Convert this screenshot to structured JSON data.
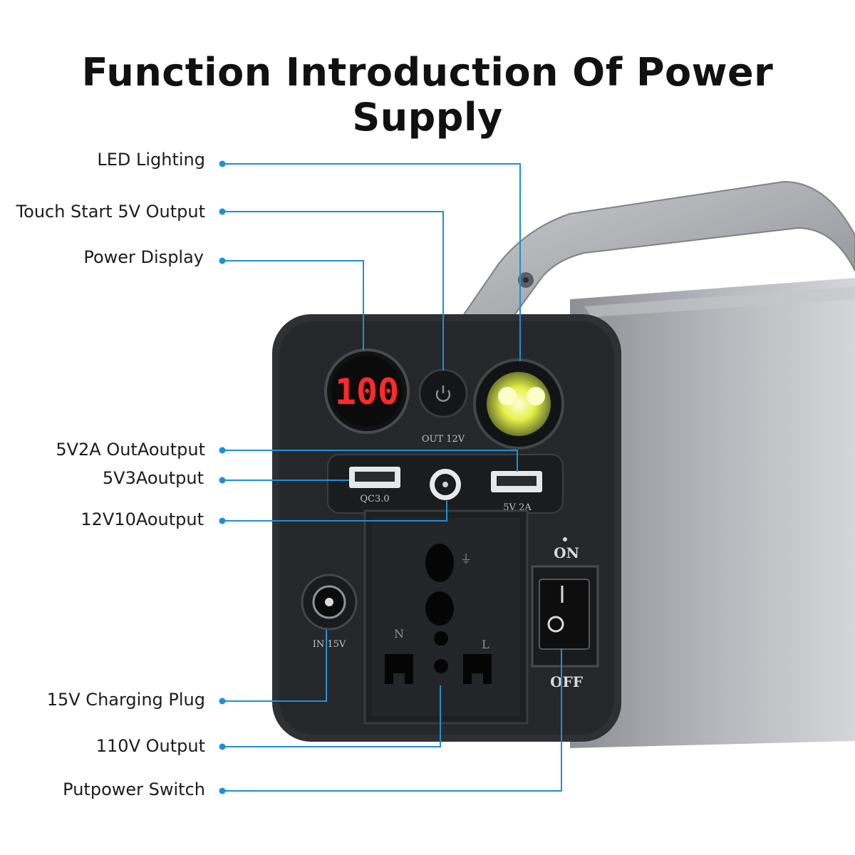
{
  "title": "Function Introduction Of Power Supply",
  "labels": {
    "led": "LED Lighting",
    "touch": "Touch Start 5V Output",
    "display": "Power Display",
    "out5v2a": "5V2A OutAoutput",
    "out5v3a": "5V3Aoutput",
    "out12v10a": "12V10Aoutput",
    "charge15v": "15V Charging Plug",
    "out110v": "110V Output",
    "switch": "Putpower Switch"
  },
  "device": {
    "display_value": "100",
    "out12v_text": "OUT 12V",
    "qc_text": "QC3.0",
    "usb_text": "5V 2A",
    "in15v_text": "IN 15V",
    "on_text": "ON",
    "off_text": "OFF",
    "socket_n": "N",
    "socket_l": "L",
    "ground_mark": "⏚"
  },
  "colors": {
    "leader": "#1e8fd6",
    "panel": "#2b2c2f",
    "body": "#9ea1a6",
    "display_red": "#ff2a2a"
  }
}
